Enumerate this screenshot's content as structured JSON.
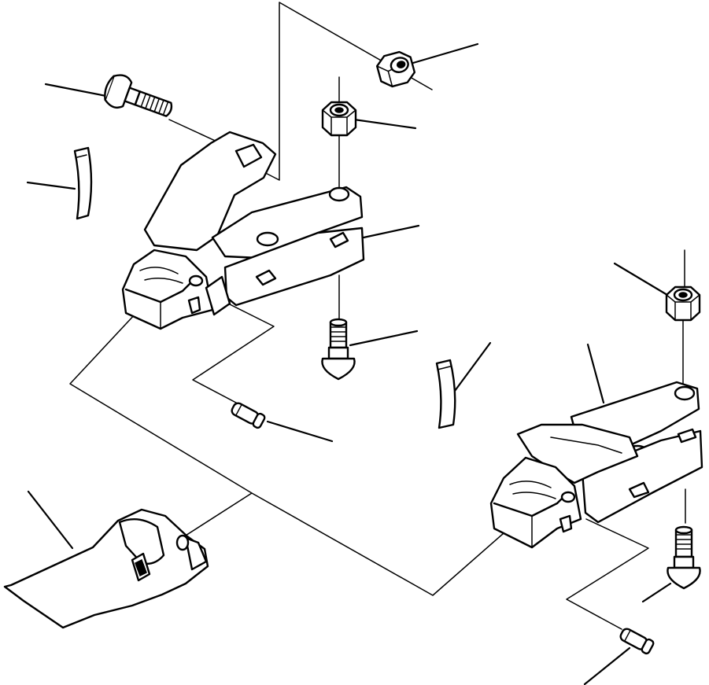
{
  "diagram": {
    "type": "exploded parts diagram",
    "labels_present": false
  },
  "parts": [
    {
      "id": "nut-top",
      "icon": "hex-nut-icon"
    },
    {
      "id": "plow-bolt-upper-left",
      "icon": "plow-bolt-icon"
    },
    {
      "id": "nut-center",
      "icon": "hex-nut-icon"
    },
    {
      "id": "roll-pin-left",
      "icon": "roll-pin-icon"
    },
    {
      "id": "tooth-adapter-left",
      "icon": "tooth-adapter-icon"
    },
    {
      "id": "plow-bolt-center",
      "icon": "plow-bolt-icon"
    },
    {
      "id": "roll-pin-center",
      "icon": "roll-pin-icon"
    },
    {
      "id": "lock-pin-left",
      "icon": "lock-pin-icon"
    },
    {
      "id": "nut-right",
      "icon": "hex-nut-icon"
    },
    {
      "id": "tooth-adapter-right",
      "icon": "tooth-adapter-icon"
    },
    {
      "id": "bucket-tooth",
      "icon": "bucket-tooth-icon"
    },
    {
      "id": "plow-bolt-right",
      "icon": "plow-bolt-icon"
    },
    {
      "id": "lock-pin-right",
      "icon": "lock-pin-icon"
    }
  ]
}
